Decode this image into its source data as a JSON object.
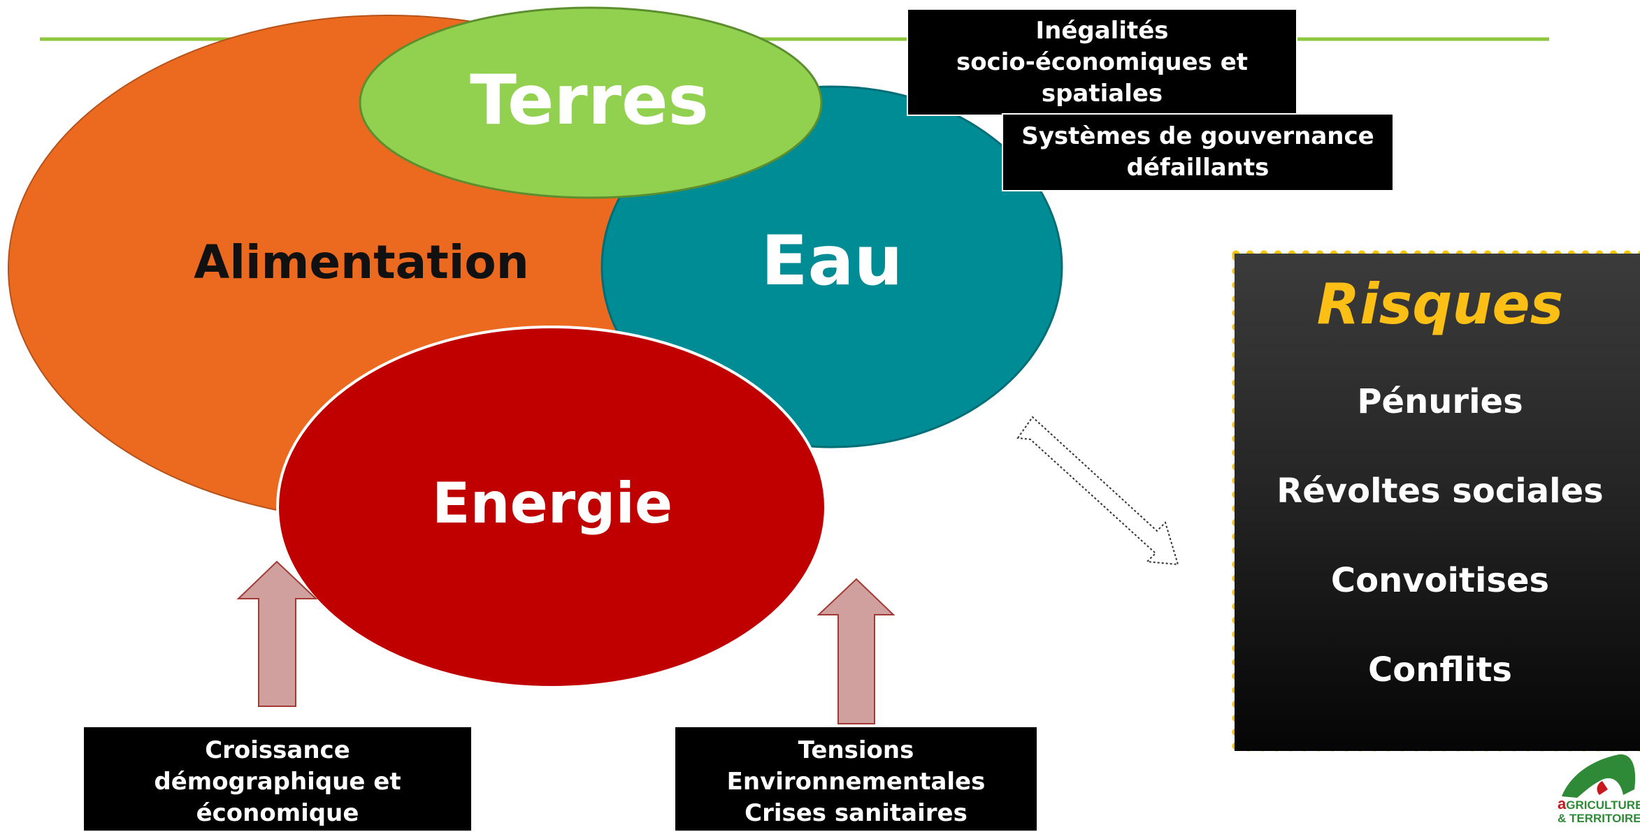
{
  "colors": {
    "header_line": "#8dc63f",
    "alimentation": "#ec6a20",
    "terres": "#92d050",
    "eau": "#008c95",
    "energie": "#c00000",
    "arrow_fill": "#d0a09e",
    "arrow_stroke": "#a23a33",
    "risk_title": "#fbbf16",
    "risk_dots": "#f5c400",
    "logo_green": "#2f8a38",
    "logo_red": "#c8181e"
  },
  "ellipses": {
    "alimentation": "Alimentation",
    "terres": "Terres",
    "eau": "Eau",
    "energie": "Energie"
  },
  "boxes": {
    "inegalites": [
      "Inégalités",
      "socio-économiques et",
      "spatiales"
    ],
    "gouvernance": [
      "Systèmes de gouvernance",
      "défaillants"
    ],
    "croissance": [
      "Croissance",
      "démographique et",
      "économique"
    ],
    "tensions": [
      "Tensions",
      "Environnementales",
      "Crises sanitaires"
    ]
  },
  "risks": {
    "title": "Risques",
    "items": [
      "Pénuries",
      "Révoltes sociales",
      "Convoitises",
      "Conflits"
    ]
  },
  "logo": {
    "icon": "agriculture-territoire-logo-icon",
    "line1_initial": "a",
    "line1_rest": "GRICULTURE",
    "line2": "& TERRITOIRE"
  }
}
